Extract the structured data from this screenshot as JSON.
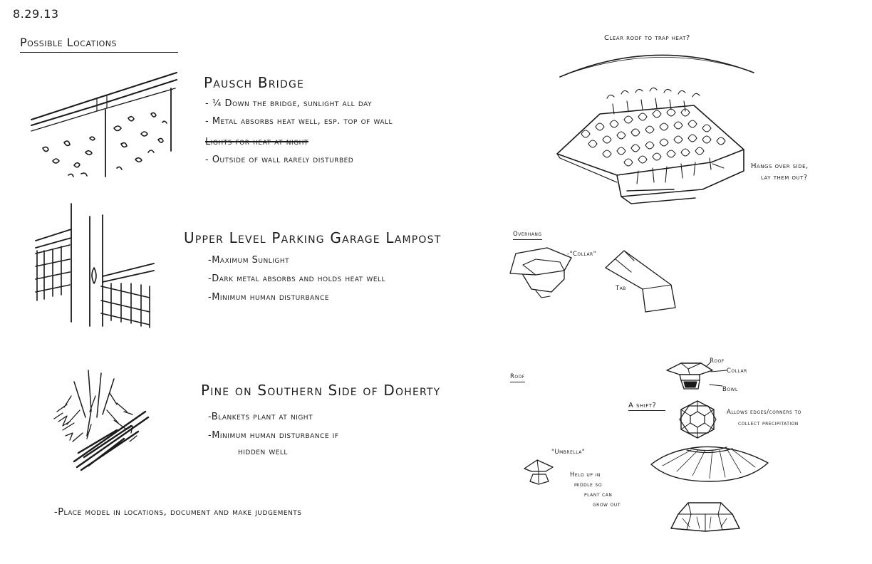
{
  "page": {
    "date": "8.29.13",
    "heading": "Possible Locations"
  },
  "locations": [
    {
      "title": "Pausch Bridge",
      "items": [
        "- ¼ Down the bridge, sunlight all day",
        "- Metal absorbs heat well, esp. top of wall",
        "Lights for heat at night",
        "- Outside of wall rarely disturbed"
      ]
    },
    {
      "title": "Upper Level Parking Garage Lampost",
      "items": [
        "-Maximum Sunlight",
        "-Dark metal absorbs and holds heat well",
        "-Minimum human disturbance"
      ]
    },
    {
      "title": "Pine on Southern Side of Doherty",
      "items": [
        "-Blankets plant at night",
        "-Minimum human disturbance if",
        "hidden well"
      ]
    }
  ],
  "footer_note": "-Place model in locations, document and make judgements",
  "sketch_notes": {
    "clear_roof": "Clear roof to trap heat?",
    "hangs_over_1": "Hangs over side,",
    "hangs_over_2": "lay them out?",
    "overhang_label": "Overhang",
    "collar_quote": "-\"Collar\"",
    "tab_label": "Tab",
    "roof_section_label": "Roof",
    "roof_callout": "Roof",
    "collar_callout": "Collar",
    "bowl_callout": "Bowl",
    "shift_label": "A shift?",
    "allows_1": "Allows edges/corners to",
    "allows_2": "collect precipitation",
    "umbrella_label": "\"Umbrella\"",
    "held_1": "Held up in",
    "held_2": "middle so",
    "held_3": "plant can",
    "held_4": "grow out"
  }
}
